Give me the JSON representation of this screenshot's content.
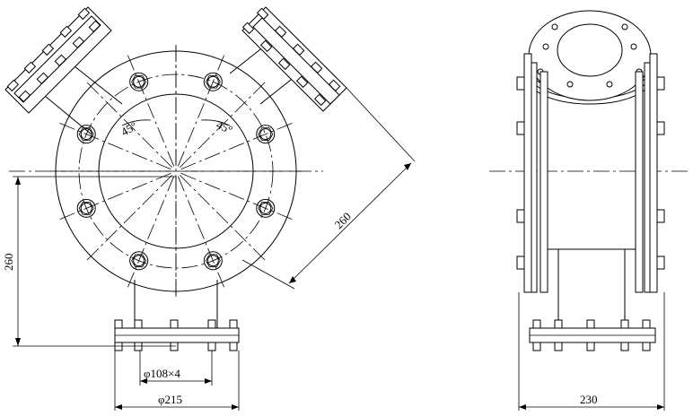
{
  "drawing": {
    "annotations": {
      "angle_left": "45°",
      "angle_right": "45°",
      "dim_260_diag": "260",
      "dim_260_vert": "260",
      "dim_bolt": "φ108×4",
      "dim_215": "φ215",
      "dim_230": "230"
    },
    "bolt_count_main": 8
  }
}
